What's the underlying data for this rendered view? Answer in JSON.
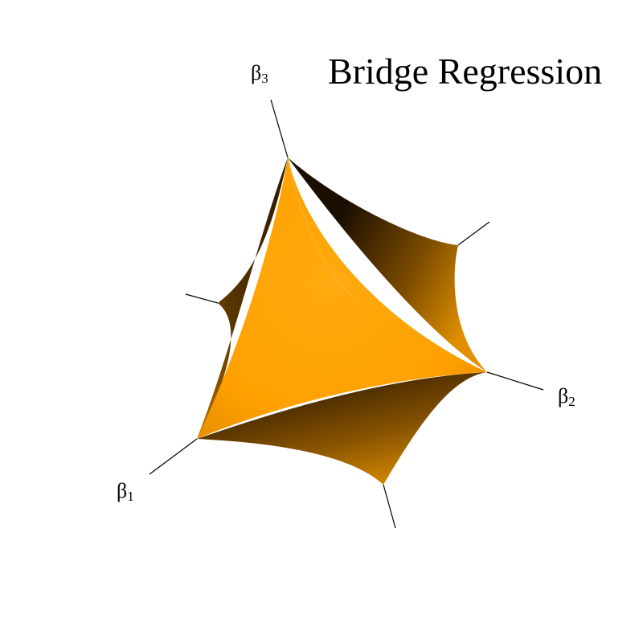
{
  "title": "Bridge Regression",
  "axes": [
    {
      "symbol": "β",
      "index": "3"
    },
    {
      "symbol": "β",
      "index": "2"
    },
    {
      "symbol": "β",
      "index": "1"
    }
  ],
  "colors": {
    "surface_light": "#FFA500",
    "surface_dark": "#2a1800",
    "axis_line": "#000000",
    "background": "#FFFFFF"
  }
}
